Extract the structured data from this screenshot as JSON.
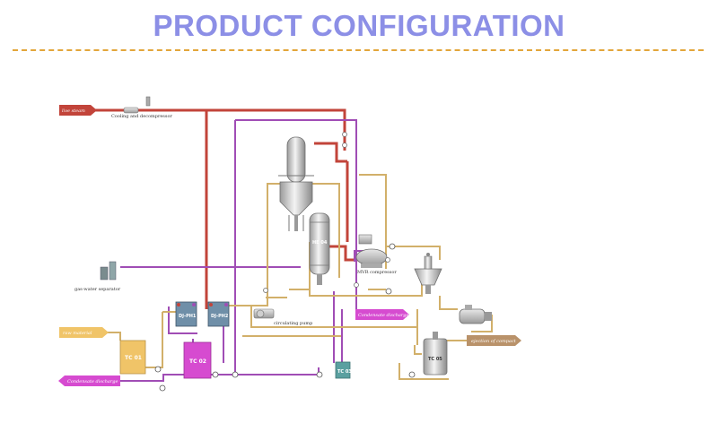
{
  "title": "PRODUCT CONFIGURATION",
  "colors": {
    "title": "#8c8fe6",
    "divider": "#e3a63b",
    "steam": "#c2443a",
    "condensate": "#a04db5",
    "raw": "#d2b06a",
    "tc01": "#f0c468",
    "tc02": "#d64bd0",
    "tc03": "#5aa0a0",
    "product": "#b9926a"
  },
  "labels": {
    "live_steam": "live steam",
    "cooling": "Cooling and decompressor",
    "gas_water": "gas-water separator",
    "raw_material": "raw material",
    "condensate_discharge_left": "Condensate discharge",
    "condensate_discharge_mid": "Condensate discharge",
    "circulating_pump": "circulating pump",
    "mvr_compressor": "MVR compressor",
    "ejection_compact": "ejection of compact",
    "he04": "HE 04",
    "dj_ph1": "DJ-PH1",
    "dj_ph2": "DJ-PH2",
    "tc01": "TC 01",
    "tc02": "TC 02",
    "tc03": "TC 03",
    "tc05": "TC 05"
  }
}
